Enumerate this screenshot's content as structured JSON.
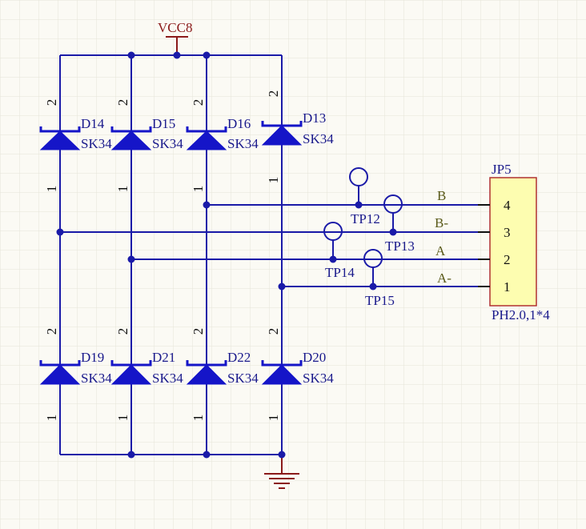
{
  "power": {
    "vcc_label": "VCC8"
  },
  "diodes": [
    {
      "ref": "D14",
      "value": "SK34"
    },
    {
      "ref": "D15",
      "value": "SK34"
    },
    {
      "ref": "D16",
      "value": "SK34"
    },
    {
      "ref": "D13",
      "value": "SK34"
    },
    {
      "ref": "D19",
      "value": "SK34"
    },
    {
      "ref": "D21",
      "value": "SK34"
    },
    {
      "ref": "D22",
      "value": "SK34"
    },
    {
      "ref": "D20",
      "value": "SK34"
    }
  ],
  "pin_labels": {
    "anode": "1",
    "cathode": "2"
  },
  "test_points": [
    "TP12",
    "TP13",
    "TP14",
    "TP15"
  ],
  "nets": [
    "B",
    "B-",
    "A",
    "A-"
  ],
  "connector": {
    "ref": "JP5",
    "value": "PH2.0,1*4",
    "pins": [
      "4",
      "3",
      "2",
      "1"
    ]
  },
  "colors": {
    "wire": "#1a1aa8",
    "diode": "#1515c8",
    "power": "#8b1a1a",
    "connector_fill": "#fdfdb0",
    "connector_border": "#b03030",
    "net_label": "#5a5a1a",
    "grid": "#e6e4d8"
  }
}
